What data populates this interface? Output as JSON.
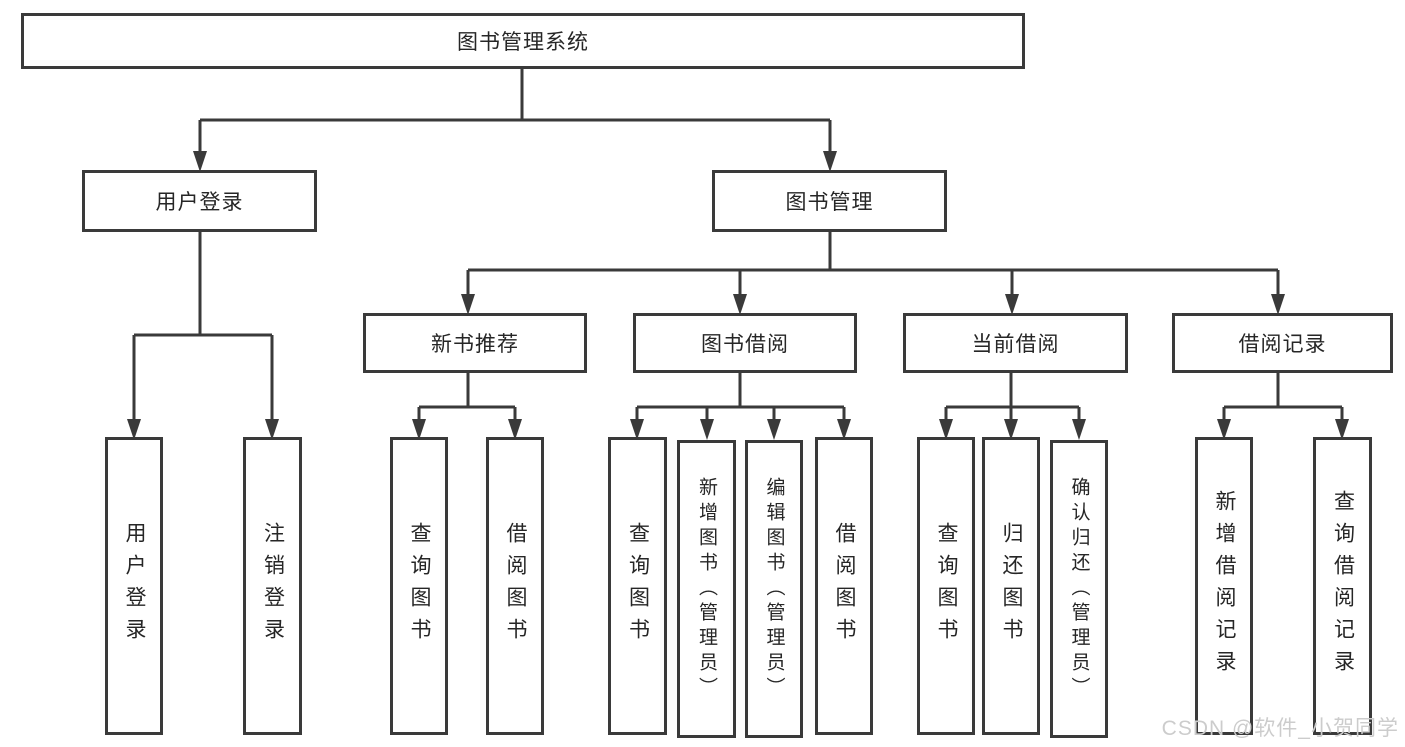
{
  "diagram": {
    "type": "hierarchy-tree",
    "tree": {
      "label": "图书管理系统",
      "children": [
        {
          "label": "用户登录",
          "children": [
            {
              "label": "用户登录"
            },
            {
              "label": "注销登录"
            }
          ]
        },
        {
          "label": "图书管理",
          "children": [
            {
              "label": "新书推荐",
              "children": [
                {
                  "label": "查询图书"
                },
                {
                  "label": "借阅图书"
                }
              ]
            },
            {
              "label": "图书借阅",
              "children": [
                {
                  "label": "查询图书"
                },
                {
                  "label": "新增图书（管理员）"
                },
                {
                  "label": "编辑图书（管理员）"
                },
                {
                  "label": "借阅图书"
                }
              ]
            },
            {
              "label": "当前借阅",
              "children": [
                {
                  "label": "查询图书"
                },
                {
                  "label": "归还图书"
                },
                {
                  "label": "确认归还（管理员）"
                }
              ]
            },
            {
              "label": "借阅记录",
              "children": [
                {
                  "label": "新增借阅记录"
                },
                {
                  "label": "查询借阅记录"
                }
              ]
            }
          ]
        }
      ]
    },
    "watermark": "CSDN @软件_小贺同学",
    "colors": {
      "line": "#3a3a3a",
      "text": "#262626",
      "background": "#ffffff",
      "watermark": "#cccccc"
    }
  }
}
